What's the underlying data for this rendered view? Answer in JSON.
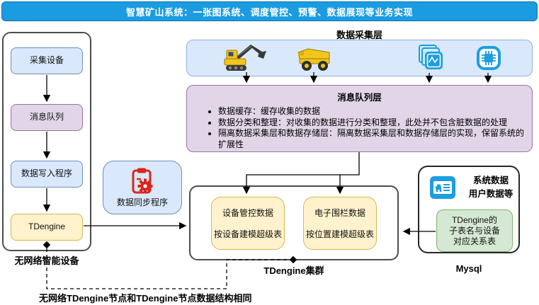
{
  "banner": {
    "title": "智慧矿山系统：一张图系统、调度管控、预警、数据展现等业务实现"
  },
  "colors": {
    "banner_bg": "#1b9ce1",
    "node_blue": "#dae8fc",
    "node_purple": "#e1d5e7",
    "node_yellow": "#fff2cc",
    "node_green": "#d5e8d4",
    "icon_blue": "#1e9ddf",
    "icon_red": "#d9261c",
    "machine_yellow": "#f2c51d"
  },
  "offline_device": {
    "label": "无网络智能设备",
    "nodes": [
      {
        "label": "采集设备"
      },
      {
        "label": "消息队列"
      },
      {
        "label": "数据写入程序"
      },
      {
        "label": "TDengine"
      }
    ]
  },
  "sync_program": {
    "label": "数据同步程序",
    "icon": "clipboard-gear-icon"
  },
  "collection_layer": {
    "label": "数据采集层",
    "icons": [
      "excavator-icon",
      "dump-truck-icon",
      "sensor-docs-icon",
      "chip-icon"
    ]
  },
  "message_queue_layer": {
    "title": "消息队列层",
    "bullets": [
      "数据缓存：缓存收集的数据",
      "数据分类和整理：对收集的数据进行分类和整理，此处并不包含脏数据的处理",
      "隔离数据采集层和数据存储层：隔离数据采集层和数据存储层的实现，保留系统的扩展性"
    ]
  },
  "tdengine_cluster": {
    "label": "TDengine集群",
    "nodes": [
      {
        "line1": "设备管控数据",
        "line2": "按设备建模超级表"
      },
      {
        "line1": "电子围栏数据",
        "line2": "按位置建模超级表"
      }
    ]
  },
  "mysql": {
    "label": "Mysql",
    "icon": "vehicle-card-icon",
    "title_line1": "系统数据",
    "title_line2": "用户数据等",
    "mapping_table": {
      "line1": "TDengine的",
      "line2": "子表名与设备",
      "line3": "对应关系表"
    }
  },
  "footnote": "无网络TDengine节点和TDengine节点数据结构相同"
}
